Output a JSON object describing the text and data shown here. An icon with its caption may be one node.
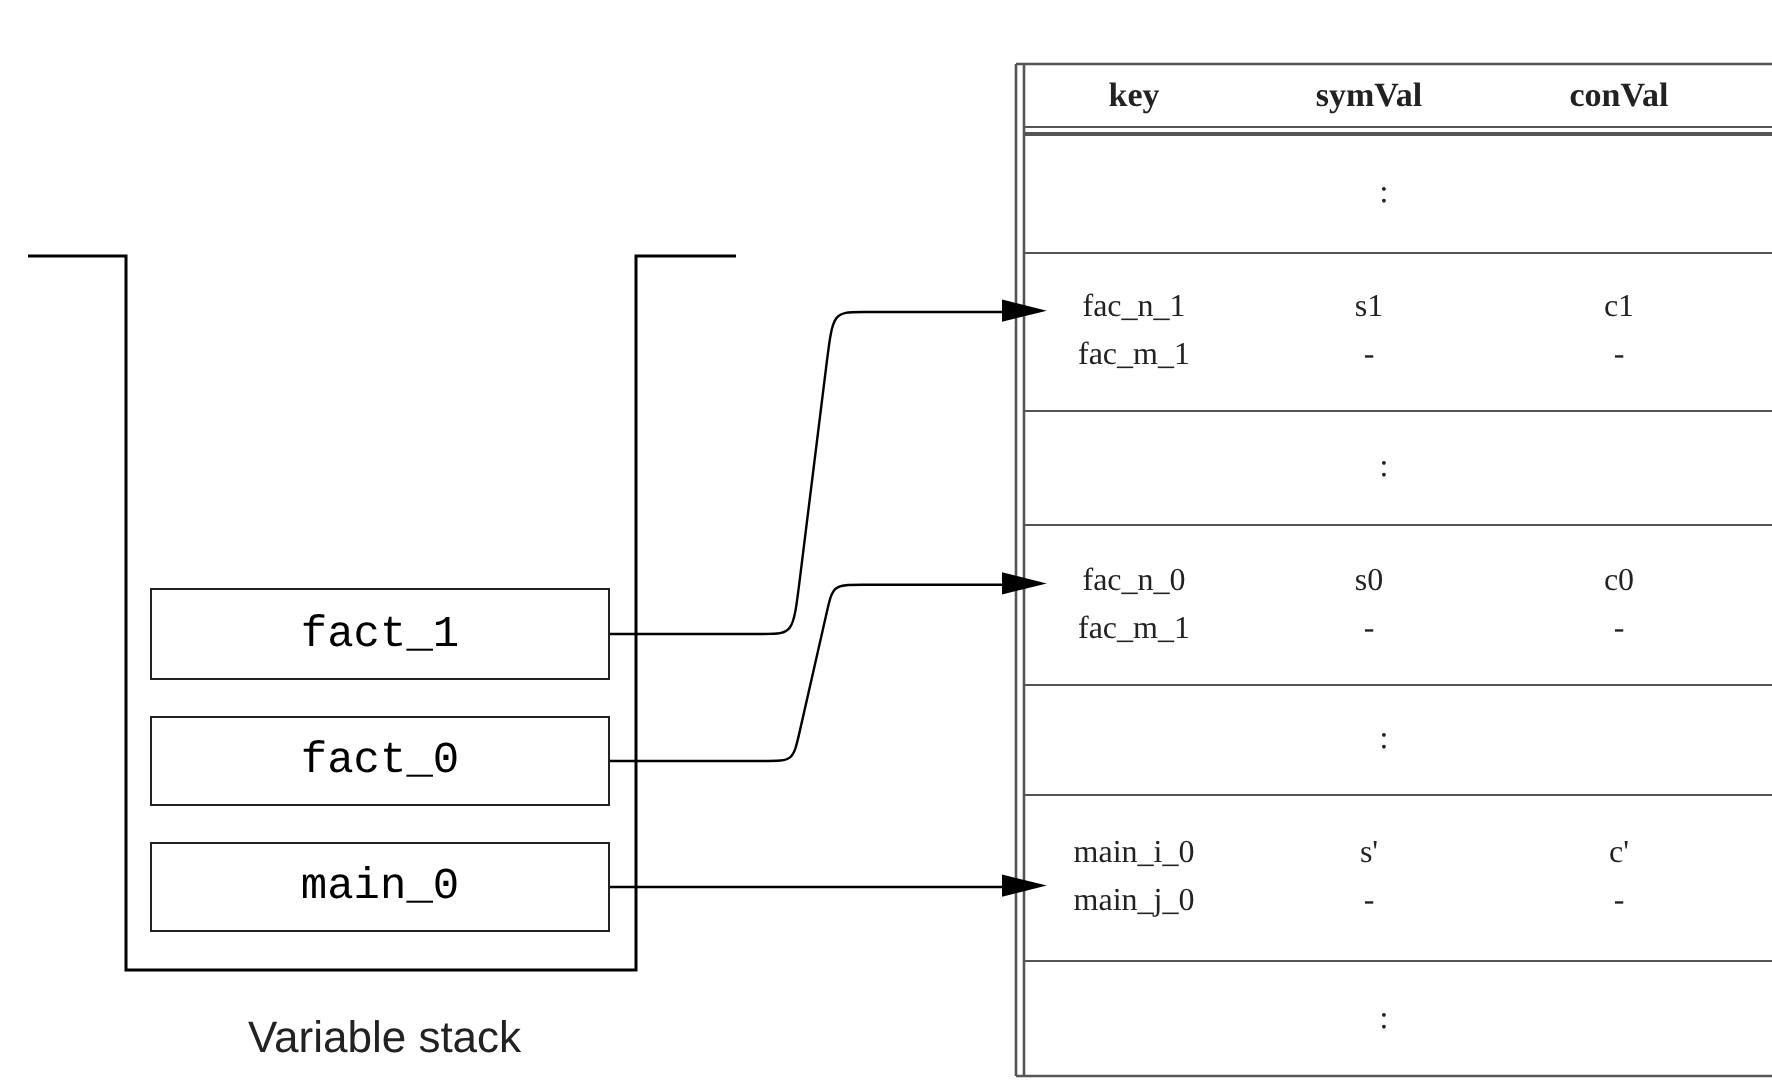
{
  "diagram": {
    "nodes": [
      {
        "text": [
          "Variable stack"
        ]
      },
      {
        "text": [
          "fact_1"
        ],
        "in": 0
      },
      {
        "text": [
          "fact_0"
        ],
        "in": 0
      },
      {
        "text": [
          "main_0"
        ],
        "in": 0
      },
      {
        "text": [
          "key",
          "symVal",
          "conVal"
        ]
      },
      {
        "text": [
          ":"
        ]
      },
      {
        "text": [
          "fac_n_1",
          "s1",
          "c1",
          "fac_m_1",
          "-",
          "-"
        ]
      },
      {
        "text": [
          ":"
        ]
      },
      {
        "text": [
          "fac_n_0",
          "s0",
          "c0",
          "fac_m_1",
          "-",
          "-"
        ]
      },
      {
        "text": [
          ":"
        ]
      },
      {
        "text": [
          "main_i_0",
          "s'",
          "c'",
          "main_j_0",
          "-",
          "-"
        ]
      },
      {
        "text": [
          ":"
        ]
      }
    ],
    "edges": [
      {
        "from": 1,
        "to": 6,
        "arrow": "to"
      },
      {
        "from": 2,
        "to": 8,
        "arrow": "to"
      },
      {
        "from": 3,
        "to": 10,
        "arrow": "to"
      }
    ]
  }
}
